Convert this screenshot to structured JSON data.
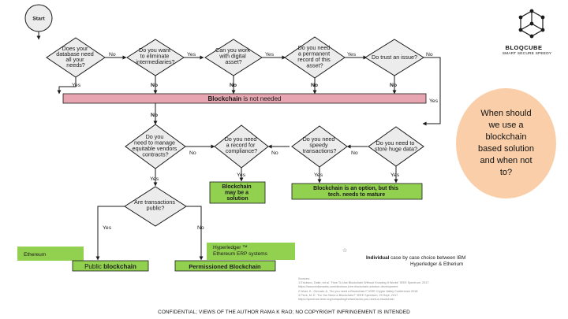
{
  "brand": {
    "name": "BLOQCUBE",
    "tagline": "SMART SECURE SPEEDY"
  },
  "callout": "When should we use a blockchain based solution and when not to?",
  "nodes": {
    "start": "Start",
    "q1": [
      "Does your",
      "database need",
      "all your",
      "needs?"
    ],
    "q2": [
      "Do you want",
      "to eliminate",
      "intermediaries?"
    ],
    "q3": [
      "Can you work",
      "with digital",
      "asset?"
    ],
    "q4": [
      "Do you need",
      "a permanent",
      "record of this",
      "asset?"
    ],
    "q5": [
      "Do trust an issue?"
    ],
    "q6": [
      "Do you",
      "need to manage",
      "equitable vendors",
      "contracts?"
    ],
    "q7": [
      "Do you need",
      "a record for",
      "compliance?"
    ],
    "q8": [
      "Do you need",
      "speedy",
      "transactions?"
    ],
    "q9": [
      "Do you need to",
      "store huge data?"
    ],
    "q10": [
      "Are transactions",
      "public?"
    ]
  },
  "edges": {
    "yes": "Yes",
    "no": "No"
  },
  "not_needed": {
    "bold": "Blockchain",
    "rest": " is not needed"
  },
  "maybe": [
    "Blockchain",
    "may be a",
    "solution"
  ],
  "option": [
    "Blockchain is an option, but this",
    "tech. needs to mature"
  ],
  "public_chain": {
    "prefix": "Public ",
    "bold": "blockchain"
  },
  "permissioned_chain": "Permissioned Blockchain",
  "ethereum": "Ethereum",
  "hyperledger": [
    "Hyperledger ™",
    "Ethereum ERP systems"
  ],
  "individual": {
    "bold": "Individual",
    "rest": " case by case choice between IBM",
    "line2": "Hyperledger & Etherium"
  },
  "references": [
    "Sources:",
    "1 Erickson, Dalle, ed al. \"How To Use Blockchain Without Knowing It Works\" IEEE Spectrum, 2017.",
    "https://www.indiamarks.com/decision-tree-blockchain-solution-development",
    "2 Wust, K., Gervais, A. \"Do you need a Blockchain?\" IEEE Crypto Valley Conference 2018.",
    "3 Peck, M. E. \"Do You Need a Blockchain?\" IEEE Spectrum, 29 Sept. 2017.",
    "https://spectrum.ieee.org/computing/networks/do-you-need-a-blockchain"
  ],
  "footer": "CONFIDENTIAL; VIEWS OF THE AUTHOR RAMA K RAO; NO COPYRIGHT INFRINGEMENT IS INTENDED",
  "colors": {
    "diamond_fill": "#ececec",
    "box_fill": "#92d050",
    "bar_fill": "#e6a5b0",
    "callout_fill": "#f9cea9",
    "line": "#1a1a1a"
  }
}
